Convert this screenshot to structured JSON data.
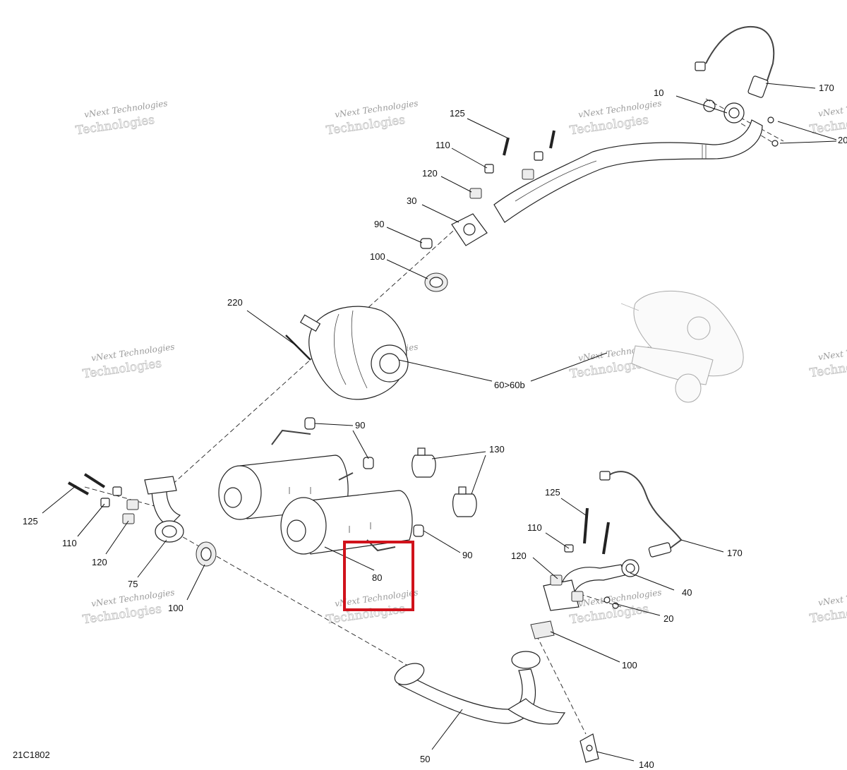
{
  "diagram_code": "21C1802",
  "watermark": {
    "line1": "vNext Technologies",
    "line2": "Technologies",
    "prefix": "vNext"
  },
  "callouts": {
    "c10": "10",
    "c170_top": "170",
    "c20_top": "20",
    "c125_top": "125",
    "c110_top": "110",
    "c120_top": "120",
    "c30": "30",
    "c90_top": "90",
    "c100_top": "100",
    "c220": "220",
    "c60": "60>60b",
    "c90_mid": "90",
    "c130": "130",
    "c90_right": "90",
    "c125_left": "125",
    "c110_left": "110",
    "c120_left": "120",
    "c75": "75",
    "c100_left": "100",
    "c80": "80",
    "c125_right": "125",
    "c110_right": "110",
    "c120_right": "120",
    "c170_right": "170",
    "c40": "40",
    "c20_right": "20",
    "c100_right": "100",
    "c50": "50",
    "c140": "140"
  },
  "highlight": {
    "label": "80",
    "color": "#d0121b"
  }
}
